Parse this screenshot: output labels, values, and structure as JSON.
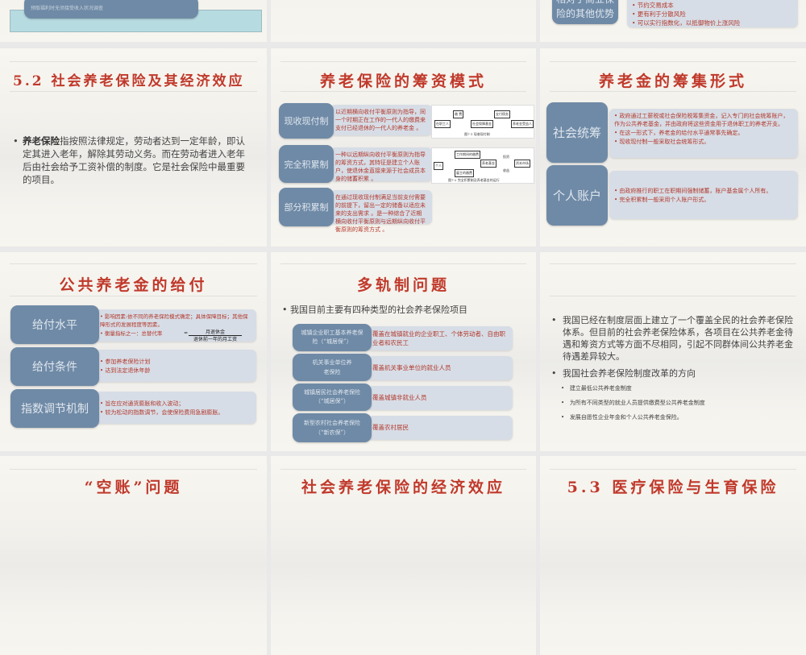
{
  "slides": {
    "top_left": {
      "label": "预取福利时无须接受收入状况调查"
    },
    "top_right": {
      "label": "相对于商业保险的其他优势",
      "bullets": [
        "节约交易成本",
        "更有利于分散风险",
        "可以实行指数化，以抵御物价上涨风险"
      ]
    },
    "s52": {
      "title": "5.2  社会养老保险及其经济效应",
      "term": "养老保险",
      "body": "指按照法律规定，劳动者达到一定年龄，即认定其进入老年，解除其劳动义务。而在劳动者进入老年后由社会给予工资补偿的制度。它是社会保险中最重要的项目。"
    },
    "funding": {
      "title": "养老保险的筹资模式",
      "rows": [
        {
          "label": "现收现付制",
          "text": "以近期横向收付平衡原则为指导，同一个时期正在工作的一代人的缴费来支付已经退休的一代人的养老金 。"
        },
        {
          "label": "完全积累制",
          "text": "一种以远期纵向收付平衡原则为指导的筹资方式，其特征是建立个人账户，使退休金直接来源于社会成员本身的储蓄积累 。"
        },
        {
          "label": "部分积累制",
          "text": "在通过现收现付制满足当前支付需要的前提下，留出一定的储备以适应未来的支出需求 。是一种综合了近期横向收付平衡原则与远期纵向收付平衡原则的筹资方式 。"
        }
      ],
      "fig1": {
        "nodes": [
          "缴 费",
          "支付债务",
          "在职工人",
          "社会保障基金",
          "养老金受益人"
        ],
        "caption": "图7-1  现收现付制"
      },
      "fig2": {
        "nodes": [
          "个人",
          "工作期间的缴费",
          "雇主的缴费",
          "养老基金",
          "资本市场",
          "投资",
          "收益"
        ],
        "caption": "图7-2  完全积累制及养老基金的运行"
      }
    },
    "forms": {
      "title": "养老金的筹集形式",
      "rows": [
        {
          "label": "社会统筹",
          "bullets": [
            "政府通过工薪税或社会保险税筹集资金，记入专门的社会统筹账户，作为公共养老基金，并由政府将这些资金用于退休职工的养老开支。",
            "在这一形式下，养老金的给付水平通常事先确定。",
            "现收现付制一般采取社会统筹形式。"
          ]
        },
        {
          "label": "个人账户",
          "bullets": [
            "由政府推行的职工在职期间强制储蓄，账户基金属个人所有。",
            "完全积累制一般采用个人账户形式。"
          ]
        }
      ]
    },
    "payout": {
      "title": "公共养老金的给付",
      "rows": [
        {
          "label": "给付水平",
          "bullets": [
            "影响因素:依不同的养老保险模式确定；具体保障目标；其他保障形式的发展程度等因素。",
            "衡量指标之一：总替代率"
          ],
          "formula_num": "月退休金",
          "formula_den": "退休前一年的月工资",
          "formula_eq": "="
        },
        {
          "label": "给付条件",
          "bullets": [
            "参加养老保险计划",
            "达到法定退休年龄"
          ]
        },
        {
          "label": "指数调节机制",
          "bullets": [
            "旨在应对通货膨胀和收入波动；",
            "较为松动的指数调节，会使保险费用急剧膨胀。"
          ]
        }
      ]
    },
    "multi": {
      "title": "多轨制问题",
      "intro": "我国目前主要有四种类型的社会养老保险项目",
      "rows": [
        {
          "label": "城镇企业职工基本养老保险（“城居保”）",
          "text": "覆盖在城镇就业的企业职工、个体劳动者、自由职业者和农民工"
        },
        {
          "label": "机关事业单位养老保险",
          "text": "覆盖机关事业单位的就业人员"
        },
        {
          "label": "城镇居民社会养老保险（“城居保”）",
          "text": "覆盖城镇非就业人员"
        },
        {
          "label": "新型农村社会养老保险（“新农保”）",
          "text": "覆盖农村居民"
        }
      ]
    },
    "reform": {
      "b1": "我国已经在制度层面上建立了一个覆盖全民的社会养老保险体系。但目前的社会养老保险体系，各项目在公共养老金待遇和筹资方式等方面不尽相同，引起不同群体间公共养老金待遇差异较大。",
      "b2": "我国社会养老保险制度改革的方向",
      "subs": [
        "建立最低公共养老金制度",
        "为所有不同类型的就业人员提供缴费型公共养老金制度",
        "发展自愿性企业年金和个人公共养老金保险。"
      ]
    },
    "bottom": [
      "“空账”问题",
      "社会养老保险的经济效应",
      "5.3  医疗保险与生育保险"
    ]
  },
  "colors": {
    "title_red": "#c0392b",
    "label_blue": "#6f8aa6",
    "text_box": "#d7dde6"
  }
}
